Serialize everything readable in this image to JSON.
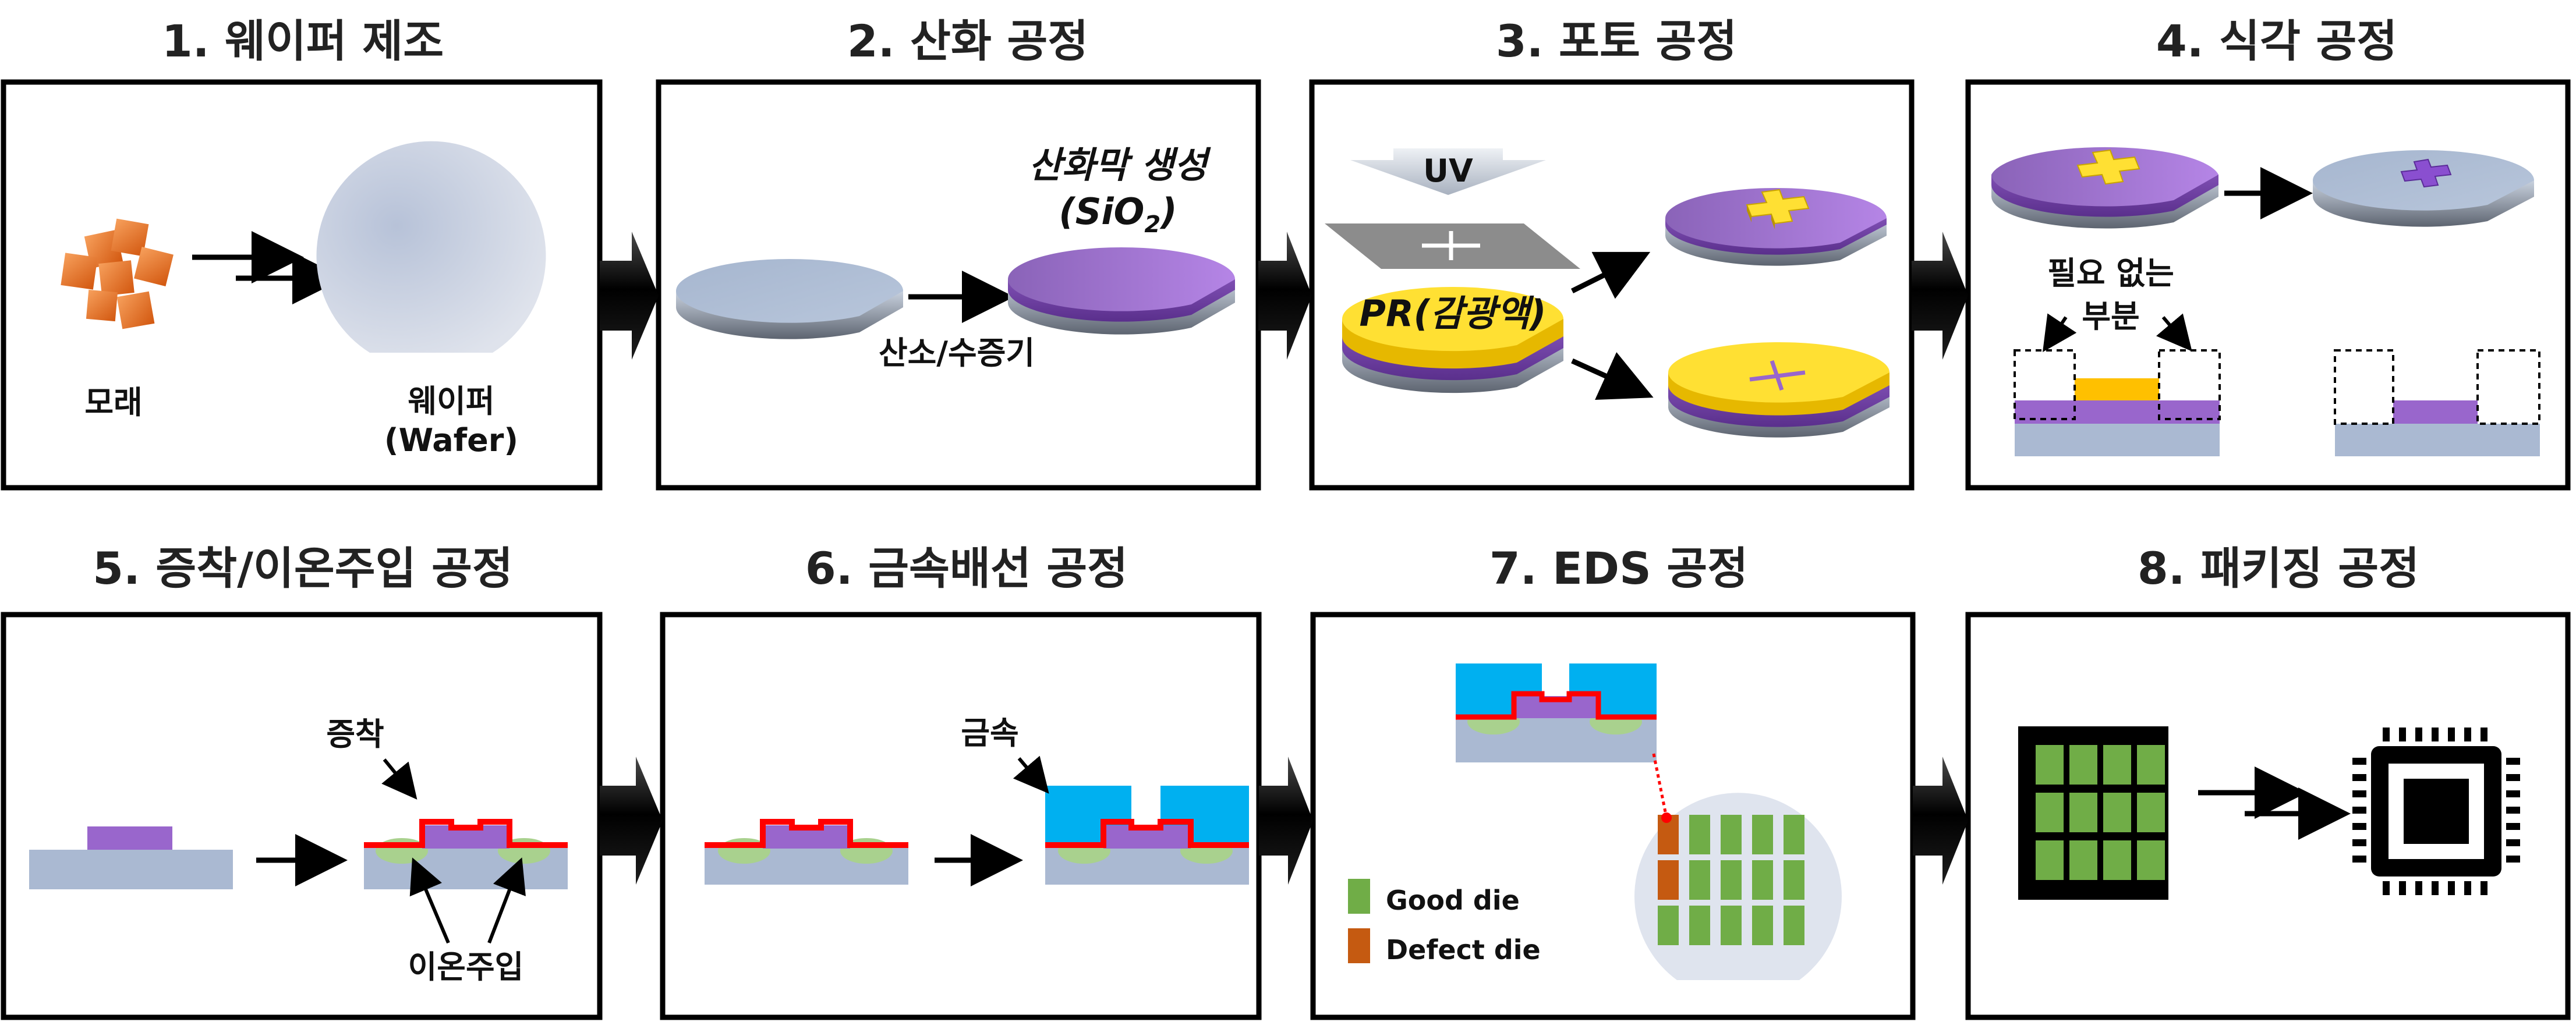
{
  "steps": [
    {
      "title": "1. 웨이퍼 제조",
      "labels": {
        "sand": "모래",
        "wafer": "웨이퍼",
        "wafer_en": "(Wafer)"
      }
    },
    {
      "title": "2. 산화 공정",
      "labels": {
        "film": "산화막 생성",
        "sio2_open": "(SiO",
        "sio2_sub": "2",
        "sio2_close": ")",
        "gas": "산소/수증기"
      }
    },
    {
      "title": "3. 포토 공정",
      "labels": {
        "uv": "UV",
        "pr": "PR(감광액)"
      }
    },
    {
      "title": "4. 식각 공정",
      "labels": {
        "unneeded_1": "필요 없는",
        "unneeded_2": "부분"
      }
    },
    {
      "title": "5. 증착/이온주입 공정",
      "labels": {
        "deposition": "증착",
        "implant": "이온주입"
      }
    },
    {
      "title": "6. 금속배선 공정",
      "labels": {
        "metal": "금속"
      }
    },
    {
      "title": "7.  EDS 공정",
      "labels": {
        "good": "Good die",
        "defect": "Defect die"
      }
    },
    {
      "title": "8. 패키징 공정",
      "labels": {}
    }
  ],
  "colors": {
    "wafer_blue": "#aab9d2",
    "oxide_purple": "#9966cc",
    "photoresist_yellow": "#ffe033",
    "deposition_red": "#ff0000",
    "metal_cyan": "#00b0f0",
    "good_green": "#70ad47",
    "defect_orange": "#c55a11",
    "sand_orange": "#ed7d31"
  }
}
